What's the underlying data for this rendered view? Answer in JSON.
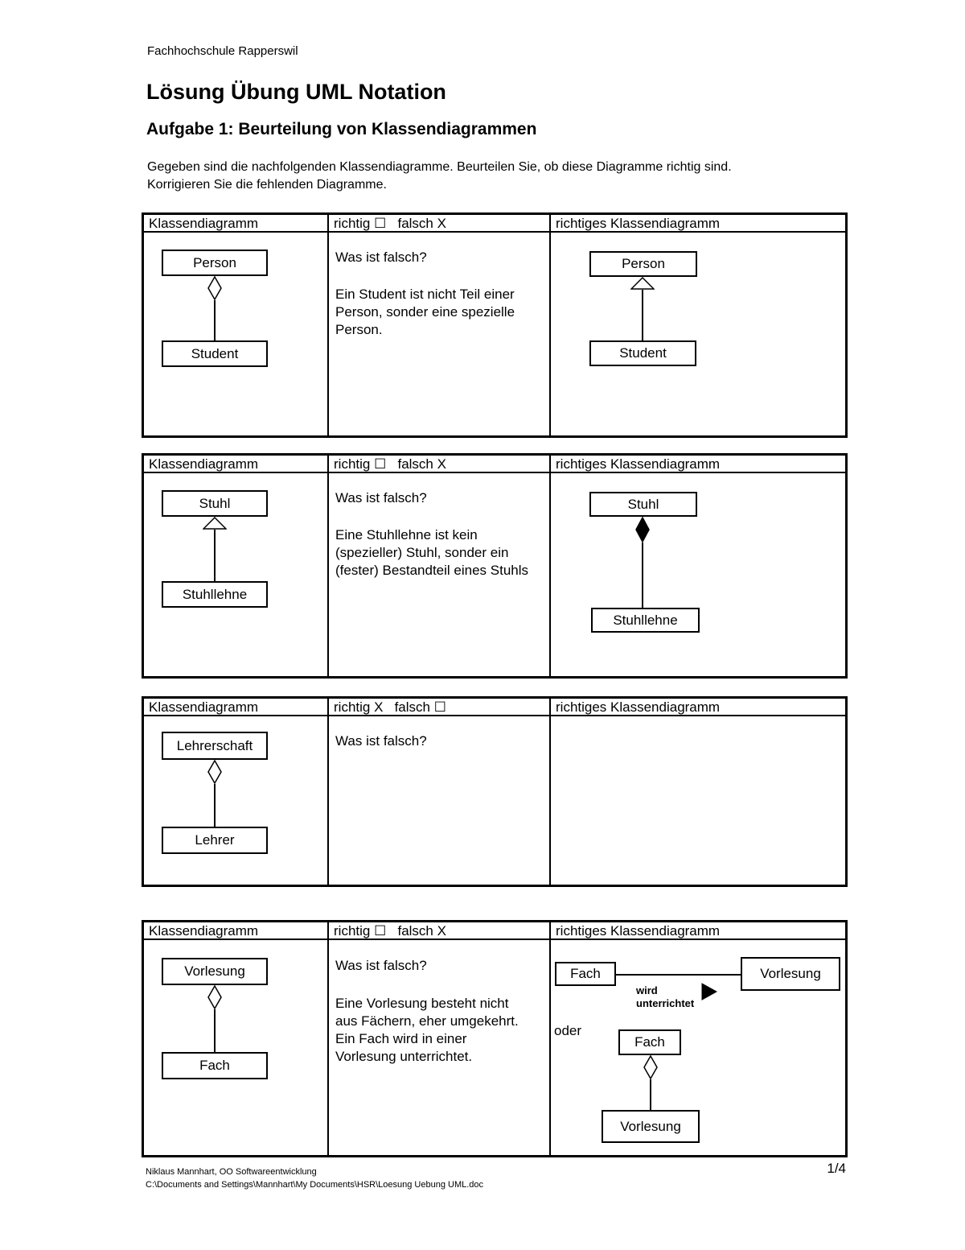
{
  "page": {
    "header": "Fachhochschule Rapperswil",
    "title": "Lösung Übung UML Notation",
    "subtitle": "Aufgabe 1: Beurteilung von Klassendiagrammen",
    "intro": "Gegeben sind die nachfolgenden Klassendiagramme. Beurteilen Sie, ob diese Diagramme richtig sind.\nKorrigieren Sie die fehlenden Diagramme.",
    "footer": {
      "line1": "Niklaus Mannhart, OO Softwareentwicklung",
      "line2": "C:\\Documents and Settings\\Mannhart\\My Documents\\HSR\\Loesung Uebung UML.doc",
      "page_number": "1/4"
    }
  },
  "tables": [
    {
      "headers": [
        "Klassendiagramm",
        "richtig ☐   falsch X",
        "richtiges Klassendiagramm"
      ],
      "question": "Was ist falsch?",
      "explanation": "Ein Student ist nicht Teil einer\nPerson, sonder eine spezielle\nPerson.",
      "left_diagram": {
        "top": "Person",
        "bottom": "Student",
        "connector": "aggregation"
      },
      "right_diagram": {
        "top": "Person",
        "bottom": "Student",
        "connector": "inheritance"
      }
    },
    {
      "headers": [
        "Klassendiagramm",
        "richtig ☐   falsch X",
        "richtiges Klassendiagramm"
      ],
      "question": "Was ist falsch?",
      "explanation": "Eine Stuhllehne ist kein\n(spezieller) Stuhl, sonder ein\n(fester) Bestandteil eines Stuhls",
      "left_diagram": {
        "top": "Stuhl",
        "bottom": "Stuhllehne",
        "connector": "inheritance"
      },
      "right_diagram": {
        "top": "Stuhl",
        "bottom": "Stuhllehne",
        "connector": "composition"
      }
    },
    {
      "headers": [
        "Klassendiagramm",
        "richtig X   falsch ☐",
        "richtiges Klassendiagramm"
      ],
      "question": "Was ist falsch?",
      "explanation": "",
      "left_diagram": {
        "top": "Lehrerschaft",
        "bottom": "Lehrer",
        "connector": "aggregation"
      },
      "right_diagram": null
    },
    {
      "headers": [
        "Klassendiagramm",
        "richtig ☐   falsch X",
        "richtiges Klassendiagramm"
      ],
      "question": "Was ist falsch?",
      "explanation": "Eine Vorlesung besteht nicht\naus Fächern, eher umgekehrt.\nEin Fach wird in einer\nVorlesung unterrichtet.",
      "left_diagram": {
        "top": "Vorlesung",
        "bottom": "Fach",
        "connector": "aggregation"
      },
      "right_diagram": {
        "assoc": {
          "left_box": "Fach",
          "right_box": "Vorlesung",
          "label": "wird\nunterrichtet"
        },
        "or_label": "oder",
        "agg": {
          "top": "Fach",
          "bottom": "Vorlesung"
        }
      }
    }
  ]
}
